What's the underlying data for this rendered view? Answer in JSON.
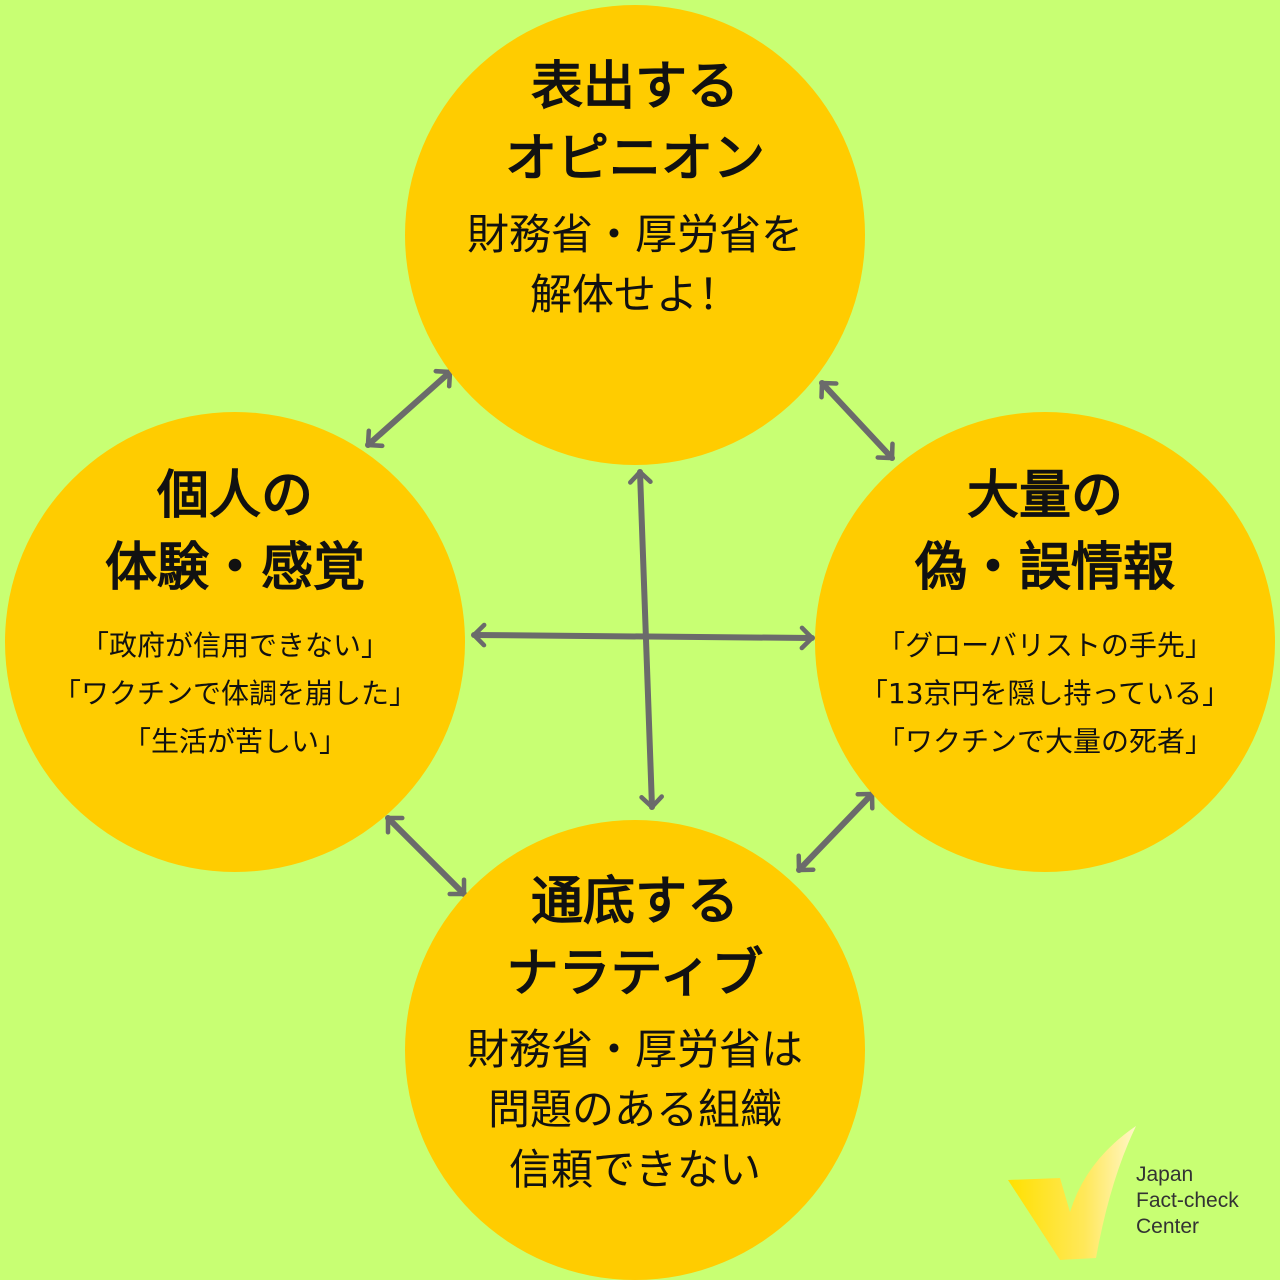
{
  "top": {
    "title": [
      "表出する",
      "オピニオン"
    ],
    "body": [
      "財務省・厚労省を",
      "解体せよ！"
    ]
  },
  "left": {
    "title": [
      "個人の",
      "体験・感覚"
    ],
    "body": [
      "「政府が信用できない」",
      "「ワクチンで体調を崩した」",
      "「生活が苦しい」"
    ]
  },
  "right": {
    "title": [
      "大量の",
      "偽・誤情報"
    ],
    "body": [
      "「グローバリストの手先」",
      "「13京円を隠し持っている」",
      "「ワクチンで大量の死者」"
    ]
  },
  "bottom": {
    "title": [
      "通底する",
      "ナラティブ"
    ],
    "body": [
      "財務省・厚労省は",
      "問題のある組織",
      "信頼できない"
    ]
  },
  "logo": {
    "line1": "Japan",
    "line2": "Fact-check",
    "line3": "Center"
  },
  "colors": {
    "background": "#c8ff73",
    "circle": "#ffcc00",
    "arrow": "#6b6b6b"
  }
}
